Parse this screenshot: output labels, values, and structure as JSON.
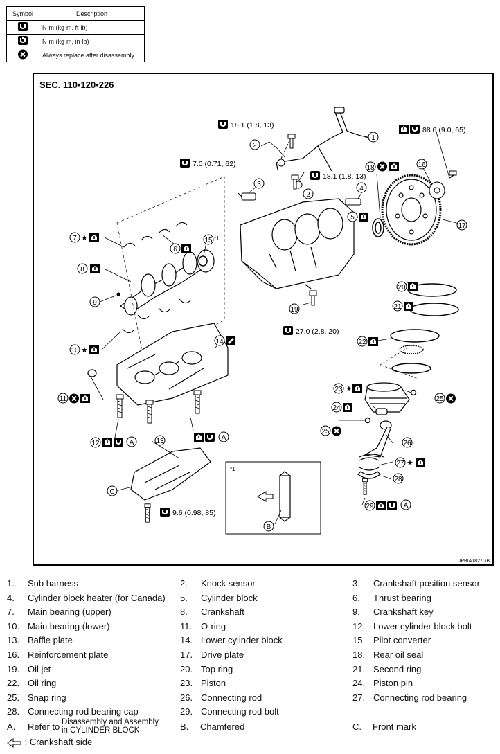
{
  "symbol_table": {
    "header_symbol": "Symbol",
    "header_description": "Description",
    "rows": [
      {
        "icon": "torque-ftlb-icon",
        "description": "N·m (kg-m, ft-lb)"
      },
      {
        "icon": "torque-inlb-icon",
        "description": "N·m (kg-m, in-lb)"
      },
      {
        "icon": "replace-icon",
        "description": "Always replace after disassembly."
      }
    ]
  },
  "diagram": {
    "section": "SEC. 110•120•226",
    "code": "JPBIA1827GB",
    "torques": {
      "t1": "18.1 (1.8, 13)",
      "t2": "7.0 (0.71, 62)",
      "t3": "18.1 (1.8, 13)",
      "t4": "88.0 (9.0, 65)",
      "t5": "27.0 (2.8, 20)",
      "t6": "9.6 (0.98, 85)"
    },
    "note_ref": "*1",
    "note_inset": "*1",
    "letters": {
      "a": "A",
      "b": "B",
      "c": "C"
    },
    "callouts": [
      "1",
      "2",
      "3",
      "4",
      "5",
      "6",
      "7",
      "8",
      "9",
      "10",
      "11",
      "12",
      "13",
      "14",
      "15",
      "16",
      "17",
      "18",
      "19",
      "20",
      "21",
      "22",
      "23",
      "24",
      "25",
      "26",
      "27",
      "28",
      "29"
    ],
    "star": "★"
  },
  "legend": {
    "items": [
      {
        "n": "1.",
        "t": "Sub harness"
      },
      {
        "n": "2.",
        "t": "Knock sensor"
      },
      {
        "n": "3.",
        "t": "Crankshaft position sensor"
      },
      {
        "n": "4.",
        "t": "Cylinder block heater (for Canada)"
      },
      {
        "n": "5.",
        "t": "Cylinder block"
      },
      {
        "n": "6.",
        "t": "Thrust bearing"
      },
      {
        "n": "7.",
        "t": "Main bearing (upper)"
      },
      {
        "n": "8.",
        "t": "Crankshaft"
      },
      {
        "n": "9.",
        "t": "Crankshaft key"
      },
      {
        "n": "10.",
        "t": "Main bearing (lower)"
      },
      {
        "n": "11.",
        "t": "O-ring"
      },
      {
        "n": "12.",
        "t": "Lower cylinder block bolt"
      },
      {
        "n": "13.",
        "t": "Baffle plate"
      },
      {
        "n": "14.",
        "t": "Lower cylinder block"
      },
      {
        "n": "15.",
        "t": "Pilot converter"
      },
      {
        "n": "16.",
        "t": "Reinforcement plate"
      },
      {
        "n": "17.",
        "t": "Drive plate"
      },
      {
        "n": "18.",
        "t": "Rear oil seal"
      },
      {
        "n": "19.",
        "t": "Oil jet"
      },
      {
        "n": "20.",
        "t": "Top ring"
      },
      {
        "n": "21.",
        "t": "Second ring"
      },
      {
        "n": "22.",
        "t": "Oil ring"
      },
      {
        "n": "23.",
        "t": "Piston"
      },
      {
        "n": "24.",
        "t": "Piston pin"
      },
      {
        "n": "25.",
        "t": "Snap ring"
      },
      {
        "n": "26.",
        "t": "Connecting rod"
      },
      {
        "n": "27.",
        "t": "Connecting rod bearing"
      },
      {
        "n": "28.",
        "t": "Connecting rod bearing cap"
      },
      {
        "n": "29.",
        "t": "Connecting rod bolt"
      }
    ],
    "a_letter": "A.",
    "a_text": "Refer to",
    "a_link_line1": "Disassembly and Assembly",
    "a_link_line2": "in CYLINDER BLOCK",
    "b_letter": "B.",
    "b_text": "Chamfered",
    "c_letter": "C.",
    "c_text": "Front mark",
    "crank_side": ": Crankshaft side"
  }
}
